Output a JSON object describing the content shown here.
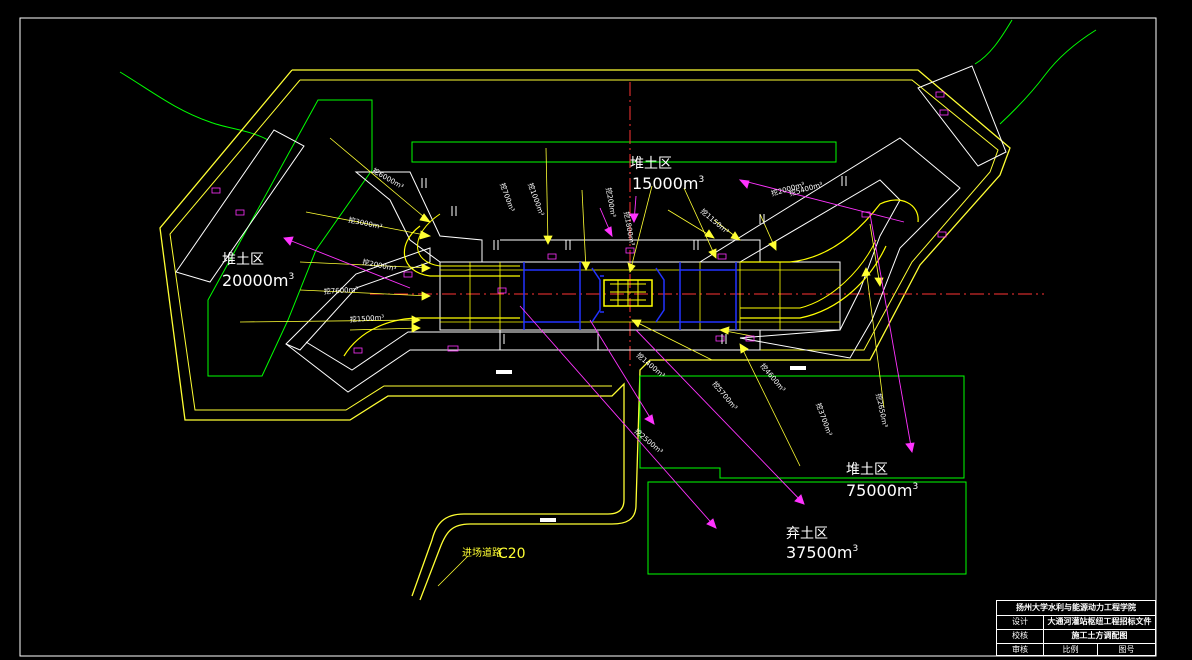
{
  "drawing": {
    "background": "#000000",
    "frame_color": "#ffffff",
    "boundary_color": "#ffff33",
    "zone_color": "#00ff00",
    "structure_color": "#ffffff",
    "detail_color": "#ffff00",
    "gate_color": "#0000ff",
    "arrow_color": "#ff00ff",
    "axis_color": "#ff0000",
    "label_tag_color": "#ff00ff"
  },
  "zones": {
    "north_pile": {
      "label": "堆土区",
      "volume": "15000m",
      "sup": "3"
    },
    "west_pile": {
      "label": "堆土区",
      "volume": "20000m",
      "sup": "3"
    },
    "southeast_pile": {
      "label": "堆土区",
      "volume": "75000m",
      "sup": "3"
    },
    "spoil_area": {
      "label": "弃土区",
      "volume": "37500m",
      "sup": "3"
    }
  },
  "access_road": {
    "label": "进场道路",
    "code": "C20"
  },
  "arrow_notes": [
    "挖6000m³",
    "挖3000m³",
    "挖2000m³",
    "挖7600m³",
    "挖1500m³",
    "挖700m³",
    "挖1000m³",
    "挖200m³",
    "挖1800m³",
    "挖1150m³",
    "挖2000m³",
    "挖5400m³",
    "挖1400m³",
    "挖5700m³",
    "挖4600m³",
    "挖3700m³",
    "挖2650m³",
    "挖2500m³"
  ],
  "title_block": {
    "school": "扬州大学水利与能源动力工程学院",
    "project": "大通河灌站枢纽工程招标文件",
    "drawing_title": "施工土方调配图",
    "role_design": "设计",
    "role_check": "校核",
    "role_review": "审核",
    "scale_label": "比例",
    "drawing_no": "图号"
  }
}
